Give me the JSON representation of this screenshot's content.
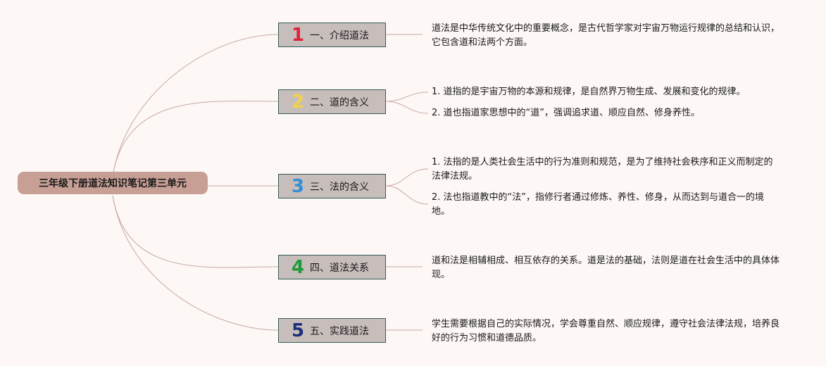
{
  "root": {
    "label": "三年级下册道法知识笔记第三单元"
  },
  "colors": {
    "line": "#c9aaa3",
    "root_bg": "#c79f95",
    "branch_bg": "#c7bdbb",
    "branch_border": "#2f5f57"
  },
  "branches": [
    {
      "number": "1",
      "number_color": "#e0213a",
      "label": "一、介绍道法",
      "notes": [
        "道法是中华传统文化中的重要概念，是古代哲学家对宇宙万物运行规律的总结和认识，它包含道和法两个方面。"
      ]
    },
    {
      "number": "2",
      "number_color": "#f0d34a",
      "label": "二、道的含义",
      "notes": [
        "1. 道指的是宇宙万物的本源和规律，是自然界万物生成、发展和变化的规律。",
        "2. 道也指道家思想中的“道”，强调追求道、顺应自然、修身养性。"
      ]
    },
    {
      "number": "3",
      "number_color": "#2f8fd8",
      "label": "三、法的含义",
      "notes": [
        "1. 法指的是人类社会生活中的行为准则和规范，是为了维持社会秩序和正义而制定的法律法规。",
        "2. 法也指道教中的“法”，指修行者通过修炼、养性、修身，从而达到与道合一的境地。"
      ]
    },
    {
      "number": "4",
      "number_color": "#1f9a3a",
      "label": "四、道法关系",
      "notes": [
        "道和法是相辅相成、相互依存的关系。道是法的基础，法则是道在社会生活中的具体体现。"
      ]
    },
    {
      "number": "5",
      "number_color": "#1e2f7a",
      "label": "五、实践道法",
      "notes": [
        "学生需要根据自己的实际情况，学会尊重自然、顺应规律，遵守社会法律法规，培养良好的行为习惯和道德品质。"
      ]
    }
  ]
}
